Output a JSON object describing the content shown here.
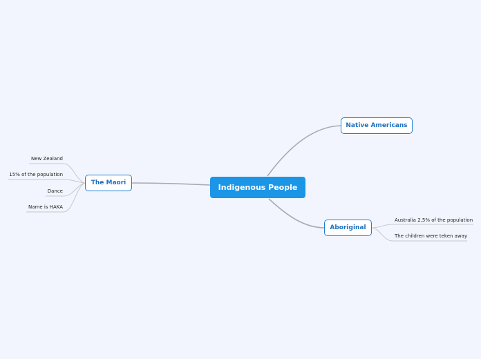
{
  "central": {
    "label": "Indigenous People"
  },
  "topics": {
    "native_americans": {
      "label": "Native Americans"
    },
    "maori": {
      "label": "The Maori"
    },
    "aboriginal": {
      "label": "Aboriginal"
    }
  },
  "maori_subtopics": [
    "New Zealand",
    "15% of the population",
    "Dance",
    "Name is HAKA"
  ],
  "aboriginal_subtopics": [
    "Australia 2,5% of the population",
    "The children were teken away"
  ],
  "colors": {
    "background": "#f2f5fd",
    "central_fill": "#1b95e6",
    "topic_border": "#1b7fd6",
    "topic_text": "#1b6fbf",
    "connector": "#a9a9b4"
  }
}
